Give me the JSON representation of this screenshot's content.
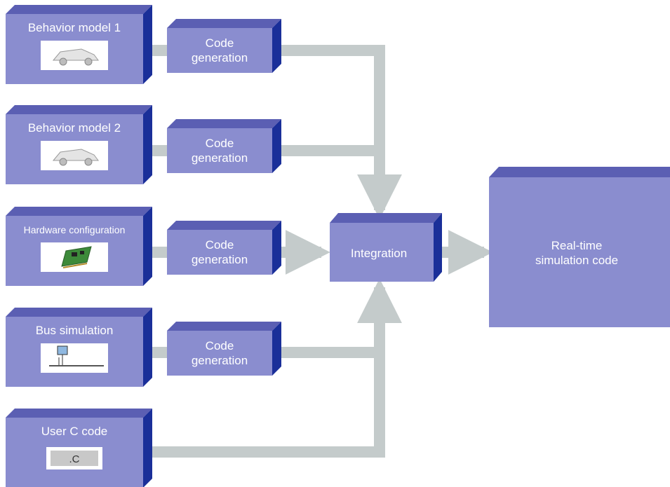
{
  "colors": {
    "box_front": "#8a8dcf",
    "box_top": "#5b5fb3",
    "box_side": "#1a2f99",
    "arrow": "#c4cbcb",
    "label": "#ffffff"
  },
  "sources": [
    {
      "label": "Behavior model 1",
      "icon": "car-image"
    },
    {
      "label": "Behavior model 2",
      "icon": "car-image"
    },
    {
      "label": "Hardware configuration",
      "icon": "circuit-board-image"
    },
    {
      "label": "Bus simulation",
      "icon": "bus-network-image"
    },
    {
      "label": "User C code",
      "icon": "c-file-icon",
      "icon_text": ".C"
    }
  ],
  "code_generation": {
    "line1": "Code",
    "line2": "generation"
  },
  "integration": {
    "label": "Integration"
  },
  "output": {
    "line1": "Real-time",
    "line2": "simulation code"
  }
}
